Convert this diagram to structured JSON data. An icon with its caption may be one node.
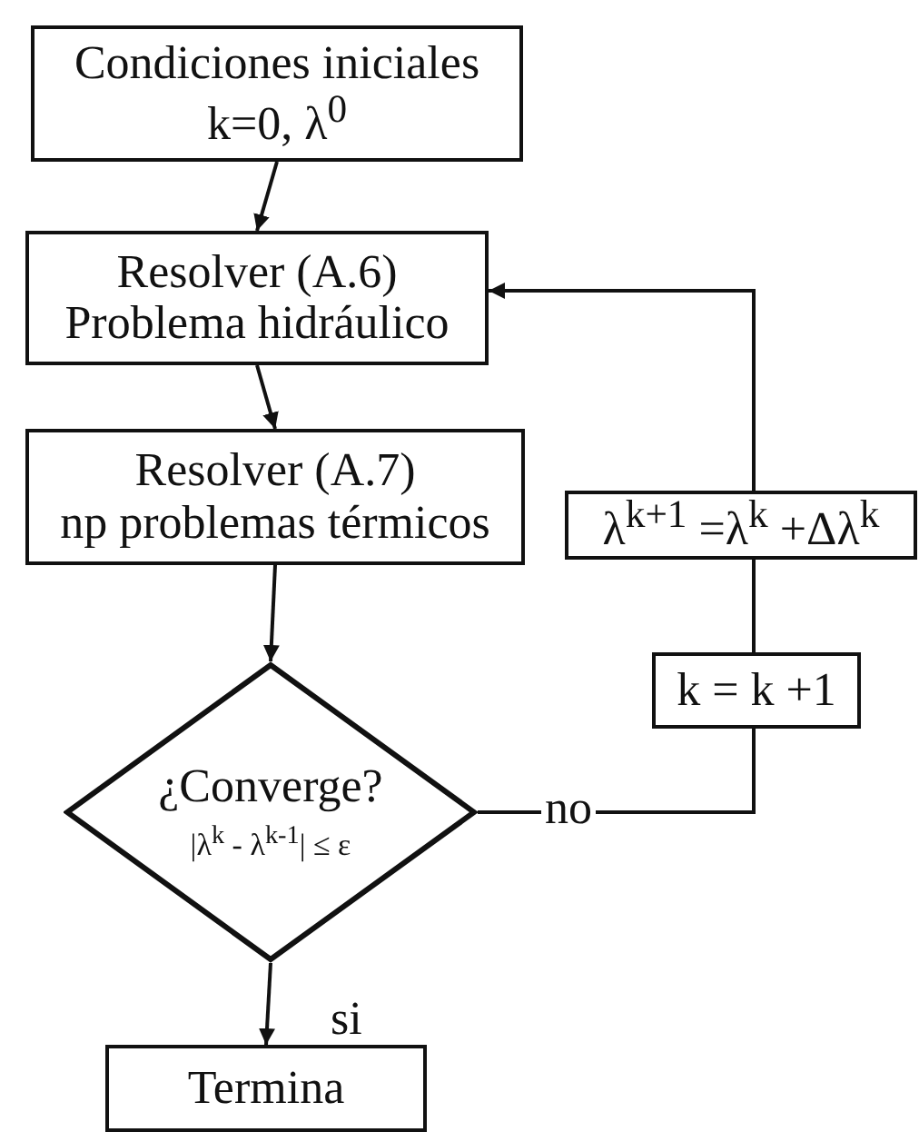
{
  "diagram": {
    "nodes": [
      {
        "text": [
          "Condiciones iniciales",
          "k=0, λ$^{0}$"
        ]
      },
      {
        "text": [
          "Resolver (A.6)",
          "Problema hidráulico"
        ]
      },
      {
        "text": [
          "Resolver (A.7)",
          "np problemas térmicos"
        ]
      },
      {
        "text": [
          "¿Converge?",
          "|λ$^{k}$ - λ$^{k-1}$| ≤ ε"
        ]
      },
      {
        "text": [
          "Termina"
        ]
      },
      {
        "text": [
          "λ$^{k+1}$ =λ$^{k}$ +Δλ$^{k}$"
        ]
      },
      {
        "text": [
          "k = k +1"
        ]
      }
    ],
    "edges": [
      {
        "from": 0,
        "to": 1,
        "arrow": "to"
      },
      {
        "from": 1,
        "to": 2,
        "arrow": "to"
      },
      {
        "from": 2,
        "to": 3,
        "arrow": "to"
      },
      {
        "from": 3,
        "to": 4,
        "label": "si",
        "arrow": "to"
      },
      {
        "from": 3,
        "to": 6,
        "label": "no",
        "arrow": "none"
      },
      {
        "from": 6,
        "to": 5,
        "arrow": "none"
      },
      {
        "from": 5,
        "to": 1,
        "arrow": "to"
      }
    ]
  }
}
